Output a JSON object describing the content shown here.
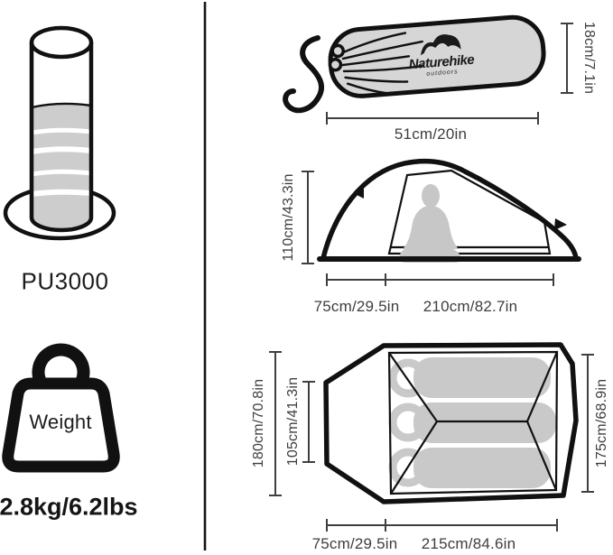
{
  "left_panel": {
    "waterproof_rating": "PU3000",
    "weight_icon_label": "Weight",
    "weight_value": "2.8kg/6.2lbs"
  },
  "carry_bag": {
    "brand": "Naturehike",
    "brand_tagline": "outdoors",
    "height": "18cm/7.1in",
    "length": "51cm/20in"
  },
  "side_view": {
    "height": "110cm/43.3in",
    "vestibule_depth": "75cm/29.5in",
    "inner_length": "210cm/82.7in"
  },
  "top_view": {
    "outer_width": "180cm/70.8in",
    "inner_width": "105cm/41.3in",
    "right_width": "175cm/68.9in",
    "vestibule_depth": "75cm/29.5in",
    "length": "215cm/84.6in"
  },
  "colors": {
    "line": "#1a1a1a",
    "dimension_line": "#3f3f3f",
    "silhouette_gray": "#c7c7c7",
    "bag_gray": "#d6d6d6"
  }
}
